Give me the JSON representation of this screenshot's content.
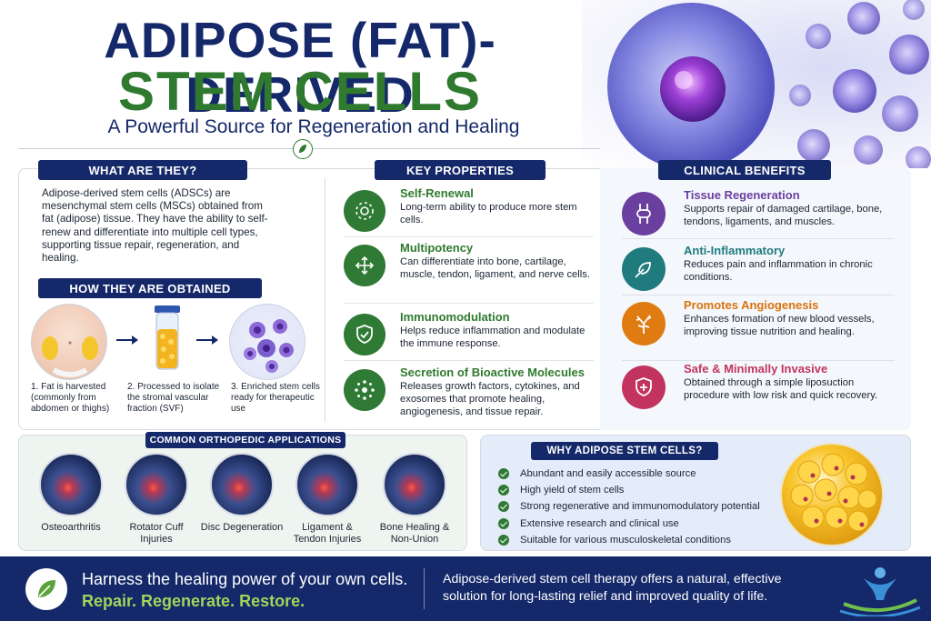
{
  "header": {
    "title_line1": "ADIPOSE (FAT)-DERIVED",
    "title_line2": "STEM CELLS",
    "subtitle": "A Powerful Source for Regeneration and Healing"
  },
  "what": {
    "heading": "WHAT ARE THEY?",
    "text": "Adipose-derived stem cells (ADSCs) are mesenchymal stem cells (MSCs) obtained from fat (adipose) tissue. They have the ability to self-renew and differentiate into multiple cell types, supporting tissue repair, regeneration, and healing."
  },
  "obtained": {
    "heading": "HOW THEY ARE OBTAINED",
    "steps": [
      "1. Fat is harvested (commonly from abdomen or thighs)",
      "2. Processed to isolate the stromal vascular fraction (SVF)",
      "3. Enriched stem cells ready for therapeutic use"
    ]
  },
  "properties": {
    "heading": "KEY PROPERTIES",
    "items": [
      {
        "title": "Self-Renewal",
        "text": "Long-term ability to produce more stem cells.",
        "icon": "cycle-icon"
      },
      {
        "title": "Multipotency",
        "text": "Can differentiate into bone, cartilage, muscle, tendon, ligament, and nerve cells.",
        "icon": "branch-arrows-icon"
      },
      {
        "title": "Immunomodulation",
        "text": "Helps reduce inflammation and modulate the immune response.",
        "icon": "shield-check-icon"
      },
      {
        "title": "Secretion of Bioactive Molecules",
        "text": "Releases growth factors, cytokines, and exosomes that promote healing, angiogenesis, and tissue repair.",
        "icon": "molecules-icon"
      }
    ]
  },
  "benefits": {
    "heading": "CLINICAL BENEFITS",
    "items": [
      {
        "title": "Tissue Regeneration",
        "text": "Supports repair of damaged cartilage, bone, tendons, ligaments, and muscles.",
        "color": "#6a3fa0",
        "title_color": "#6a3fa0",
        "icon": "joint-icon"
      },
      {
        "title": "Anti-Inflammatory",
        "text": "Reduces pain and inflammation in chronic conditions.",
        "color": "#1f7b7e",
        "title_color": "#1f7b7e",
        "icon": "leaf-hand-icon"
      },
      {
        "title": "Promotes Angiogenesis",
        "text": "Enhances formation of new blood vessels, improving tissue nutrition and healing.",
        "color": "#e07b12",
        "title_color": "#d9730c",
        "icon": "vessel-icon"
      },
      {
        "title": "Safe & Minimally Invasive",
        "text": "Obtained through a simple liposuction procedure with low risk and quick recovery.",
        "color": "#c2345f",
        "title_color": "#c2345f",
        "icon": "shield-plus-icon"
      }
    ]
  },
  "applications": {
    "heading": "COMMON ORTHOPEDIC APPLICATIONS",
    "items": [
      "Osteoarthritis",
      "Rotator Cuff Injuries",
      "Disc Degeneration",
      "Ligament & Tendon Injuries",
      "Bone Healing & Non-Union"
    ]
  },
  "why": {
    "heading": "WHY ADIPOSE STEM CELLS?",
    "items": [
      "Abundant and easily accessible source",
      "High yield of stem cells",
      "Strong regenerative and immunomodulatory potential",
      "Extensive research and clinical use",
      "Suitable for various musculoskeletal conditions"
    ]
  },
  "footer": {
    "line1": "Harness the healing power of your own cells.",
    "line2": "Repair. Regenerate. Restore.",
    "right_text": "Adipose-derived stem cell therapy offers a natural, effective solution for long-lasting relief and improved quality of life."
  }
}
